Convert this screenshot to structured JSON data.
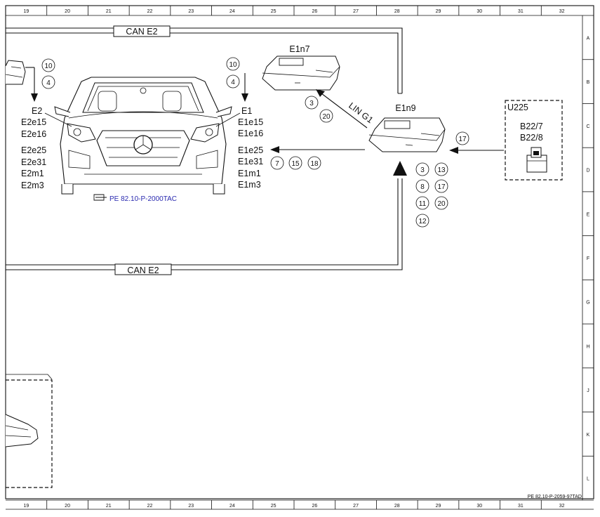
{
  "grid": {
    "columns": [
      "19",
      "20",
      "21",
      "22",
      "23",
      "24",
      "25",
      "26",
      "27",
      "28",
      "29",
      "30",
      "31",
      "32"
    ],
    "rows": [
      "A",
      "B",
      "C",
      "D",
      "E",
      "F",
      "G",
      "H",
      "J",
      "K",
      "L"
    ]
  },
  "bus": {
    "top": "CAN E2",
    "bottom": "CAN E2"
  },
  "lin": "LIN G1",
  "modules": {
    "e1n7": "E1n7",
    "e1n9": "E1n9",
    "u225": "U225"
  },
  "u225_sensors": [
    "B22/7",
    "B22/8"
  ],
  "left_group": {
    "refs": [
      "10",
      "4"
    ],
    "labels": [
      "E2",
      "E2e15",
      "E2e16",
      "E2e25",
      "E2e31",
      "E2m1",
      "E2m3"
    ]
  },
  "right_group": {
    "refs": [
      "10",
      "4"
    ],
    "labels": [
      "E1",
      "E1e15",
      "E1e16",
      "E1e25",
      "E1e31",
      "E1m1",
      "E1m3"
    ]
  },
  "callouts": {
    "lin": [
      "3",
      "20"
    ],
    "e1e25": [
      "7",
      "15",
      "18"
    ],
    "u225": [
      "17"
    ],
    "e1n9_col1": [
      "3",
      "8",
      "11",
      "12"
    ],
    "e1n9_col2": [
      "13",
      "17",
      "20"
    ]
  },
  "reference": "PE 82.10-P-2000TAC",
  "footer": "PE 82.10-P-2059-97TAD",
  "colors": {
    "ink": "#111111",
    "link": "#2b2bb0"
  }
}
